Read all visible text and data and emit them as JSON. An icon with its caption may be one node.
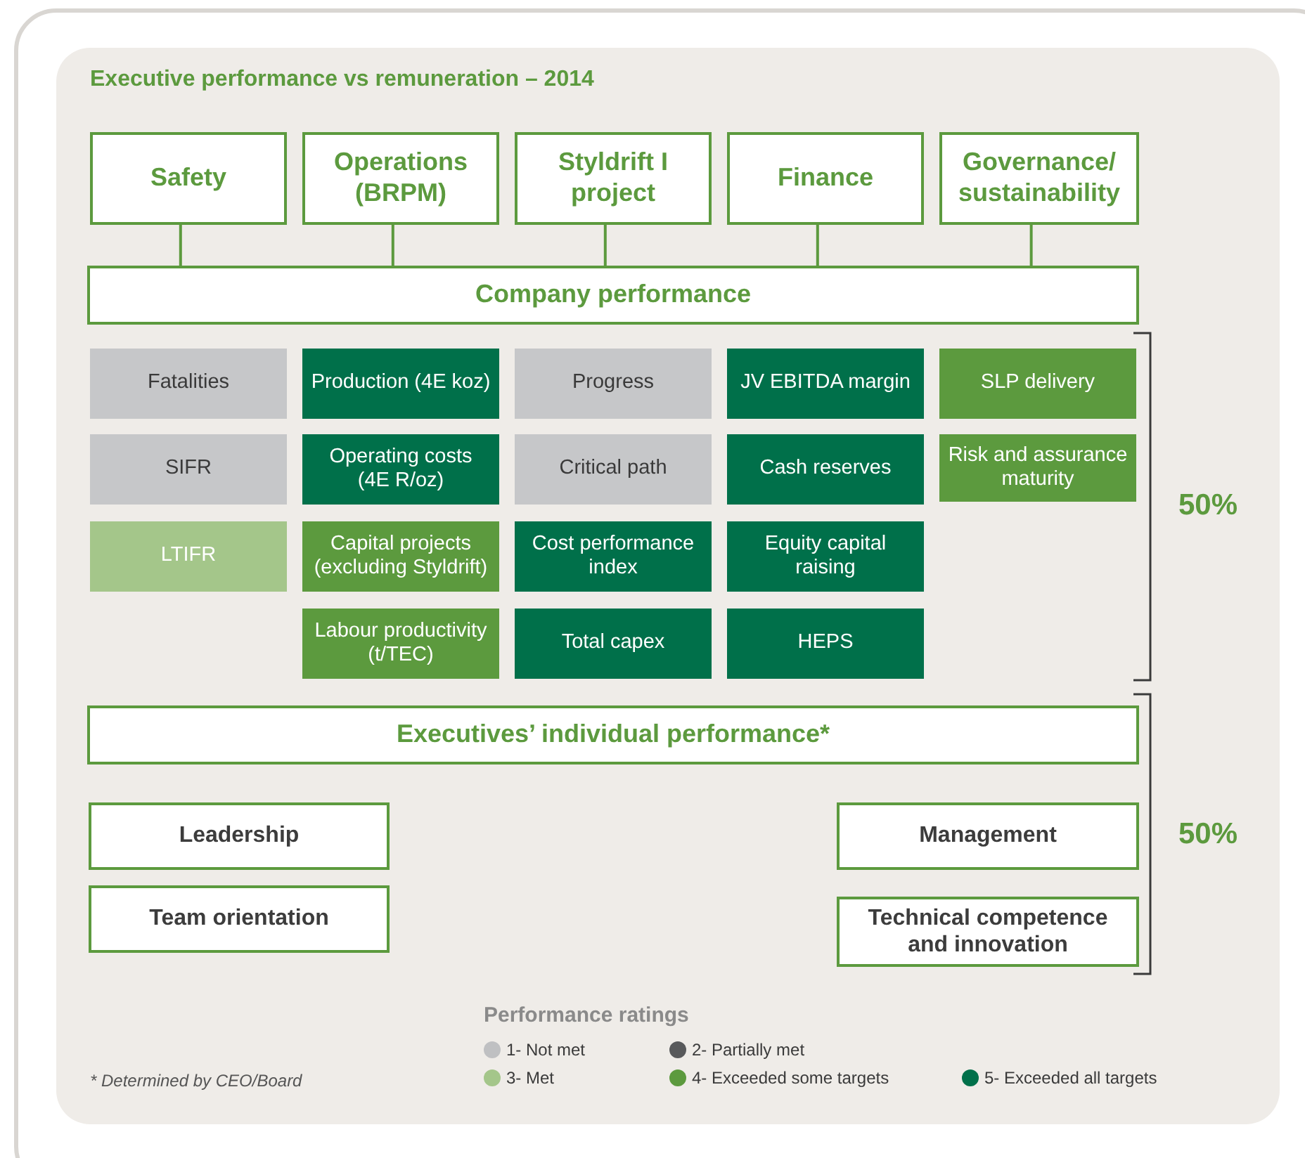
{
  "diagram": {
    "title": "Executive performance vs remuneration – 2014",
    "nodes": [
      {
        "text": [
          "Safety"
        ]
      },
      {
        "text": [
          "Operations (BRPM)"
        ]
      },
      {
        "text": [
          "Styldrift I project"
        ]
      },
      {
        "text": [
          "Finance"
        ]
      },
      {
        "text": [
          "Governance/ sustainability"
        ]
      },
      {
        "text": [
          "Company performance"
        ]
      },
      {
        "text": [
          "Fatalities"
        ]
      },
      {
        "text": [
          "Production (4E koz)"
        ]
      },
      {
        "text": [
          "Progress"
        ]
      },
      {
        "text": [
          "JV EBITDA margin"
        ]
      },
      {
        "text": [
          "SLP delivery"
        ]
      },
      {
        "text": [
          "SIFR"
        ]
      },
      {
        "text": [
          "Operating costs (4E R/oz)"
        ]
      },
      {
        "text": [
          "Critical path"
        ]
      },
      {
        "text": [
          "Cash reserves"
        ]
      },
      {
        "text": [
          "Risk and assurance maturity"
        ]
      },
      {
        "text": [
          "LTIFR"
        ]
      },
      {
        "text": [
          "Capital projects (excluding Styldrift)"
        ]
      },
      {
        "text": [
          "Cost performance index"
        ]
      },
      {
        "text": [
          "Equity capital raising"
        ]
      },
      {
        "text": [
          "Labour productivity (t/TEC)"
        ]
      },
      {
        "text": [
          "Total capex"
        ]
      },
      {
        "text": [
          "HEPS"
        ]
      },
      {
        "text": [
          "Executives’ individual performance*"
        ]
      },
      {
        "text": [
          "Leadership"
        ]
      },
      {
        "text": [
          "Management"
        ]
      },
      {
        "text": [
          "Team orientation"
        ]
      },
      {
        "text": [
          "Technical competence and innovation"
        ]
      }
    ],
    "edges": [
      {
        "from": 0,
        "to": 5,
        "arrow": "none"
      },
      {
        "from": 1,
        "to": 5,
        "arrow": "none"
      },
      {
        "from": 2,
        "to": 5,
        "arrow": "none"
      },
      {
        "from": 3,
        "to": 5,
        "arrow": "none"
      },
      {
        "from": 4,
        "to": 5,
        "arrow": "none"
      }
    ],
    "labels": [
      "50%",
      "50%",
      "Performance ratings",
      "* Determined by CEO/Board"
    ],
    "legend": [
      {
        "text": "1- Not met",
        "color": "#bfc0c2"
      },
      {
        "text": "2- Partially met",
        "color": "#58595b"
      },
      {
        "text": "3- Met",
        "color": "#a4c68a"
      },
      {
        "text": "4- Exceeded some targets",
        "color": "#5c9a3e"
      },
      {
        "text": "5- Exceeded all targets",
        "color": "#00704a"
      }
    ]
  }
}
